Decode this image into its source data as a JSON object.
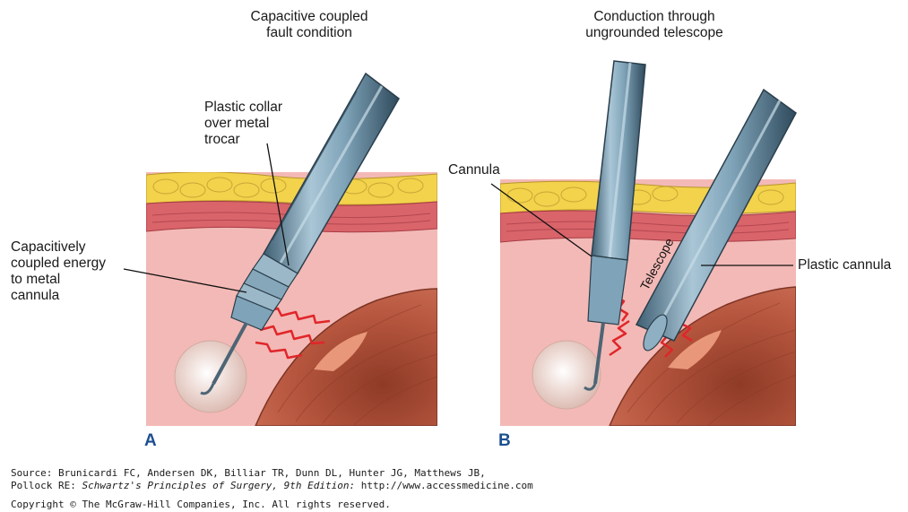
{
  "panel_a": {
    "title": "Capacitive coupled\nfault condition",
    "letter": "A",
    "label_collar": "Plastic collar\nover metal\ntrocar",
    "label_energy": "Capacitively\ncoupled energy\nto metal\ncannula"
  },
  "panel_b": {
    "title": "Conduction through\nungrounded telescope",
    "letter": "B",
    "label_cannula": "Cannula",
    "label_plastic": "Plastic cannula",
    "label_telescope": "Telescope"
  },
  "footer": {
    "source_line1": "Source: Brunicardi FC, Andersen DK, Billiar TR, Dunn DL, Hunter JG, Matthews JB,",
    "source_line2_a": "Pollock RE: ",
    "source_line2_book": "Schwartz's Principles of Surgery, 9th Edition:",
    "source_line2_b": " http://www.accessmedicine.com",
    "copyright": "Copyright © The McGraw-Hill Companies, Inc. All rights reserved."
  },
  "colors": {
    "fat": "#f2d34b",
    "muscle": "#d9646a",
    "tissue": "#f3b9b6",
    "organ": "#b5553e",
    "metal": "#7fa3b8",
    "spark": "#e0262a",
    "letter": "#1c4f91"
  }
}
